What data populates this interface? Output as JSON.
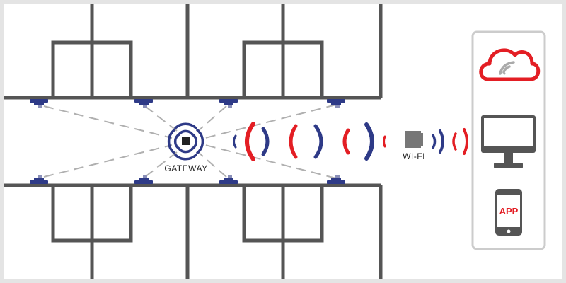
{
  "labels": {
    "gateway": "GATEWAY",
    "wifi": "WI-FI",
    "app": "APP"
  },
  "colors": {
    "background": "#ffffff",
    "frame": "#e4e4e4",
    "wall": "#555555",
    "sensor": "#2e3a87",
    "signal_red": "#e31e24",
    "signal_blue": "#2e3a87",
    "dashed_link": "#b0b0b0",
    "panel_border": "#cccccc"
  },
  "icons": {
    "gateway": "gateway-icon",
    "wifi": "wifi-router-icon",
    "cloud": "cloud-icon",
    "monitor": "monitor-icon",
    "phone": "smartphone-icon",
    "sensor": "ceiling-sensor-icon"
  }
}
